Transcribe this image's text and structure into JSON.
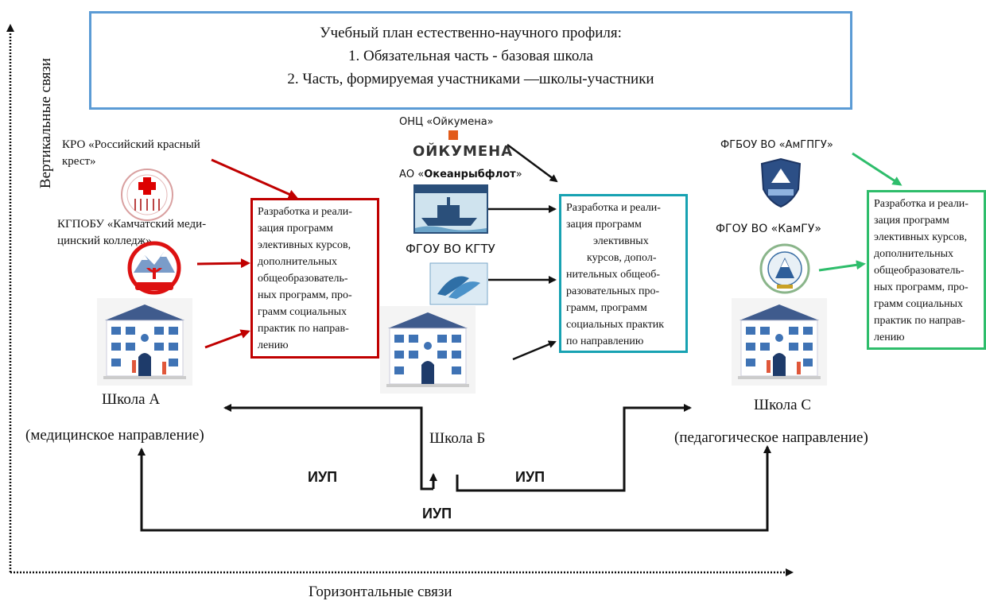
{
  "plan": {
    "line1": "Учебный план естественно-научного профиля:",
    "line2": "1. Обязательная часть - базовая школа",
    "line3": "2. Часть, формируемая участниками —школы-участники"
  },
  "axes": {
    "vertical": "Вертикальные связи",
    "horizontal": "Горизонтальные связи"
  },
  "program_text": {
    "lines_a": [
      "Разработка и реали-",
      "зация программ",
      "элективных курсов,",
      "дополнительных",
      "общеобразователь-",
      "ных программ, про-",
      "грамм социальных",
      "практик по направ-",
      "лению"
    ],
    "lines_b": [
      "Разработка и реали-",
      "зация программ",
      "элективных",
      "курсов, допол-",
      "нительных общеоб-",
      "разовательных про-",
      "грамм, программ",
      "социальных практик",
      "по направлению"
    ],
    "lines_c": [
      "Разработка и реали-",
      "зация программ",
      "элективных курсов,",
      "дополнительных",
      "общеобразователь-",
      "ных программ, про-",
      "грамм социальных",
      "практик по направ-",
      "лению"
    ]
  },
  "orgs": {
    "kro_line1": "КРО «Российский красный",
    "kro_line2": "крест»",
    "kgpobu_line1": "КГПОБУ  «Камчатский меди-",
    "kgpobu_line2": "цинский колледж»",
    "onc": "ОНЦ «Ойкумена»",
    "oikumena_logo": "ОЙКУМЕНА",
    "ao_prefix": "АО «",
    "ao_name": "Океанрыбфлот",
    "ao_suffix": "»",
    "fgou_kgtu": "ФГОУ ВО КГТУ",
    "fgbou_amgpgu": "ФГБОУ ВО «АмГПГУ»",
    "fgou_kamgu": "ФГОУ ВО «КамГУ»"
  },
  "schools": {
    "a_name": "Школа А",
    "a_dir": "(медицинское направление)",
    "b_name": "Школа Б",
    "c_name": "Школа С",
    "c_dir": "(педагогическое направление)"
  },
  "iup": {
    "left": "ИУП",
    "right": "ИУП",
    "bottom": "ИУП"
  },
  "colors": {
    "red": "#c00000",
    "teal": "#17a2b2",
    "green": "#2ebd6b",
    "blue_border": "#5b9bd5"
  }
}
